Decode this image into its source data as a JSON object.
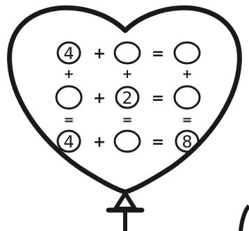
{
  "rows": [
    {
      "cells": [
        "4",
        "",
        ""
      ],
      "op": "+",
      "eq": "="
    },
    {
      "cells": [
        "",
        "2",
        ""
      ],
      "op": "+",
      "eq": "="
    },
    {
      "cells": [
        "4",
        "",
        "8"
      ],
      "op": "+",
      "eq": "="
    }
  ],
  "between": [
    {
      "symbols": [
        "+",
        "+",
        "+"
      ]
    },
    {
      "symbols": [
        "=",
        "=",
        "="
      ]
    }
  ],
  "colors": {
    "ink": "#1a1a1a",
    "paper": "#ffffff"
  }
}
